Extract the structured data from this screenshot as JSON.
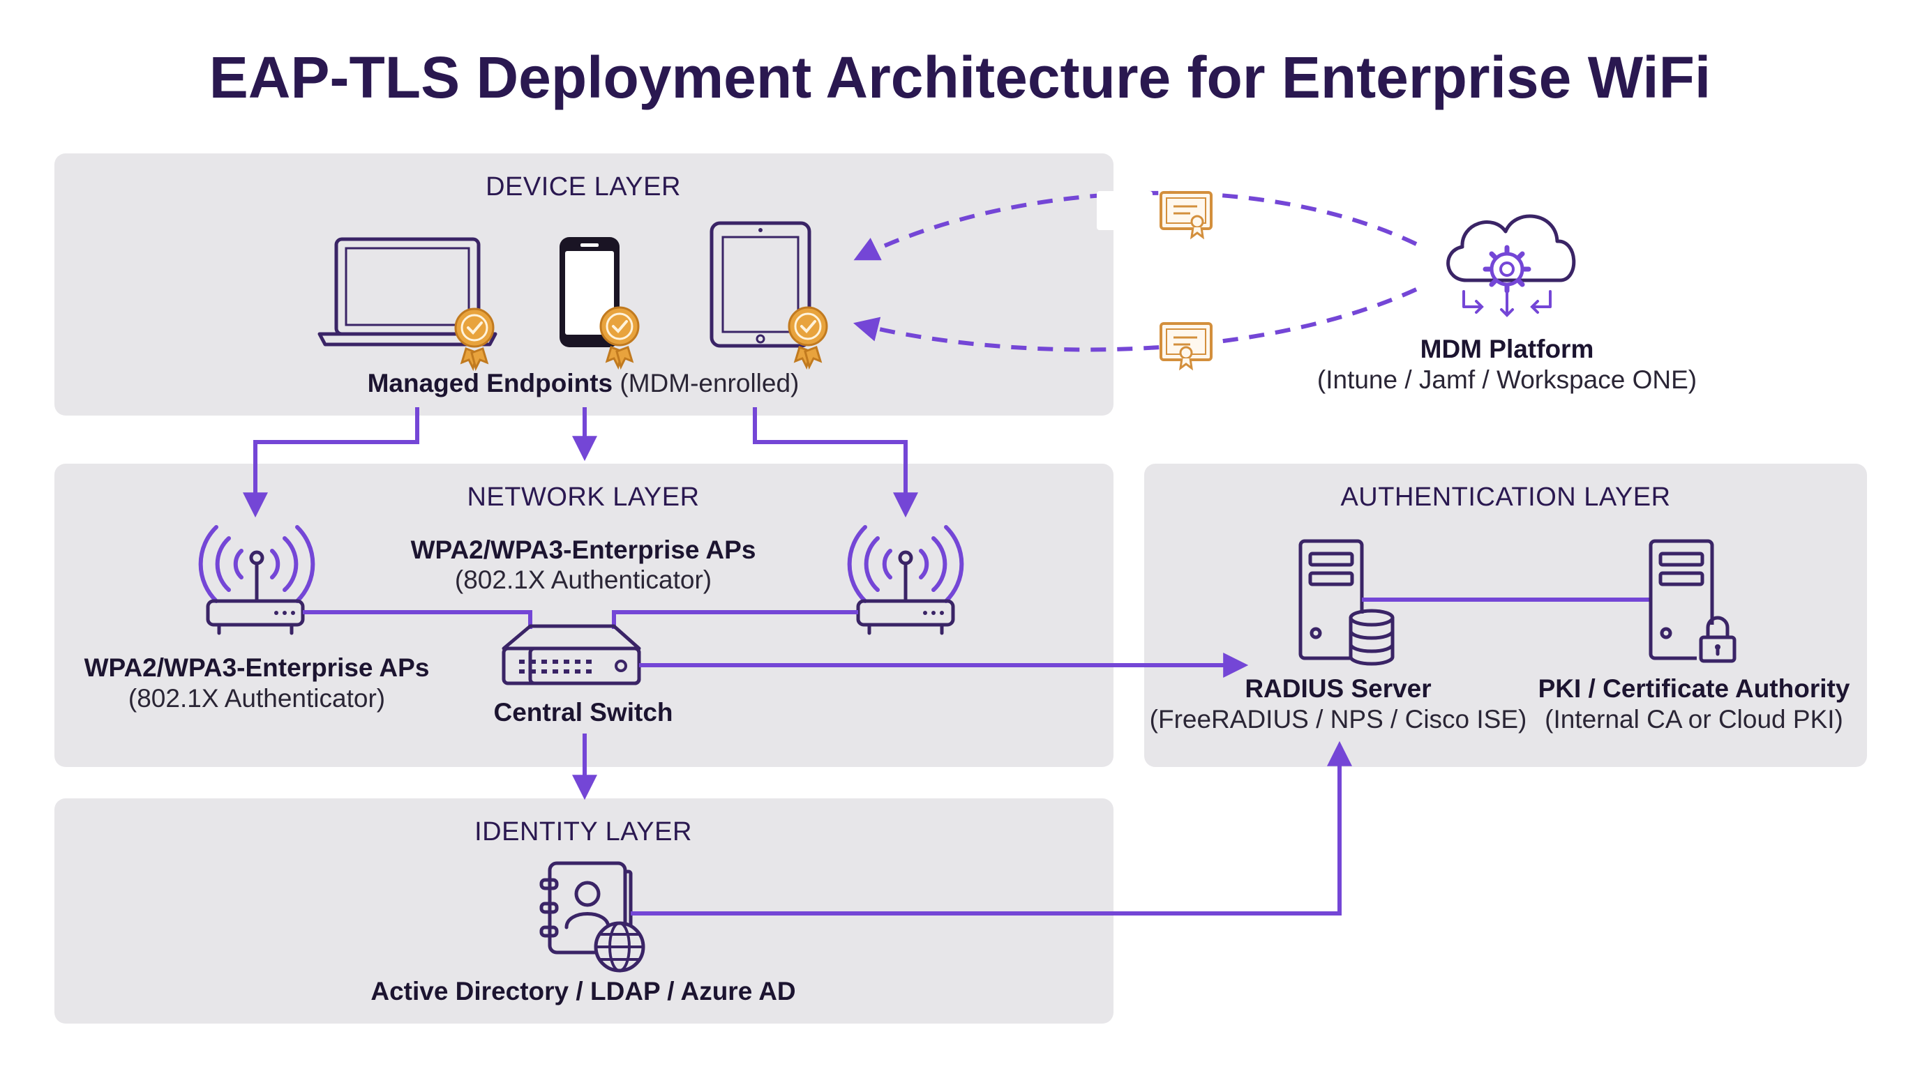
{
  "title": "EAP-TLS Deployment Architecture for Enterprise WiFi",
  "layers": {
    "device": "DEVICE LAYER",
    "network": "NETWORK LAYER",
    "identity": "IDENTITY LAYER",
    "authentication": "AUTHENTICATION LAYER"
  },
  "nodes": {
    "endpoints": {
      "name": "Managed Endpoints",
      "detail": "(MDM-enrolled)"
    },
    "mdm": {
      "name": "MDM Platform",
      "detail": "(Intune / Jamf / Workspace ONE)"
    },
    "ap_left": {
      "name": "WPA2/WPA3-Enterprise APs",
      "detail": "(802.1X Authenticator)"
    },
    "ap_center": {
      "name": "WPA2/WPA3-Enterprise APs",
      "detail": "(802.1X Authenticator)"
    },
    "switch": {
      "name": "Central Switch"
    },
    "radius": {
      "name": "RADIUS Server",
      "detail": "(FreeRADIUS / NPS / Cisco ISE)"
    },
    "pki": {
      "name": "PKI / Certificate Authority",
      "detail": "(Internal CA or Cloud PKI)"
    },
    "directory": {
      "name": "Active Directory / LDAP / Azure AD"
    }
  },
  "colors": {
    "accent": "#7446d6",
    "icon": "#3a2466",
    "title": "#2a1850",
    "panel": "#e7e6e9",
    "certificate": "#d38f3c"
  },
  "icons": [
    "laptop-icon",
    "smartphone-icon",
    "tablet-icon",
    "certificate-badge-icon",
    "cloud-gear-icon",
    "wifi-router-icon",
    "network-switch-icon",
    "server-database-icon",
    "server-lock-icon",
    "directory-globe-icon",
    "certificate-document-icon"
  ]
}
